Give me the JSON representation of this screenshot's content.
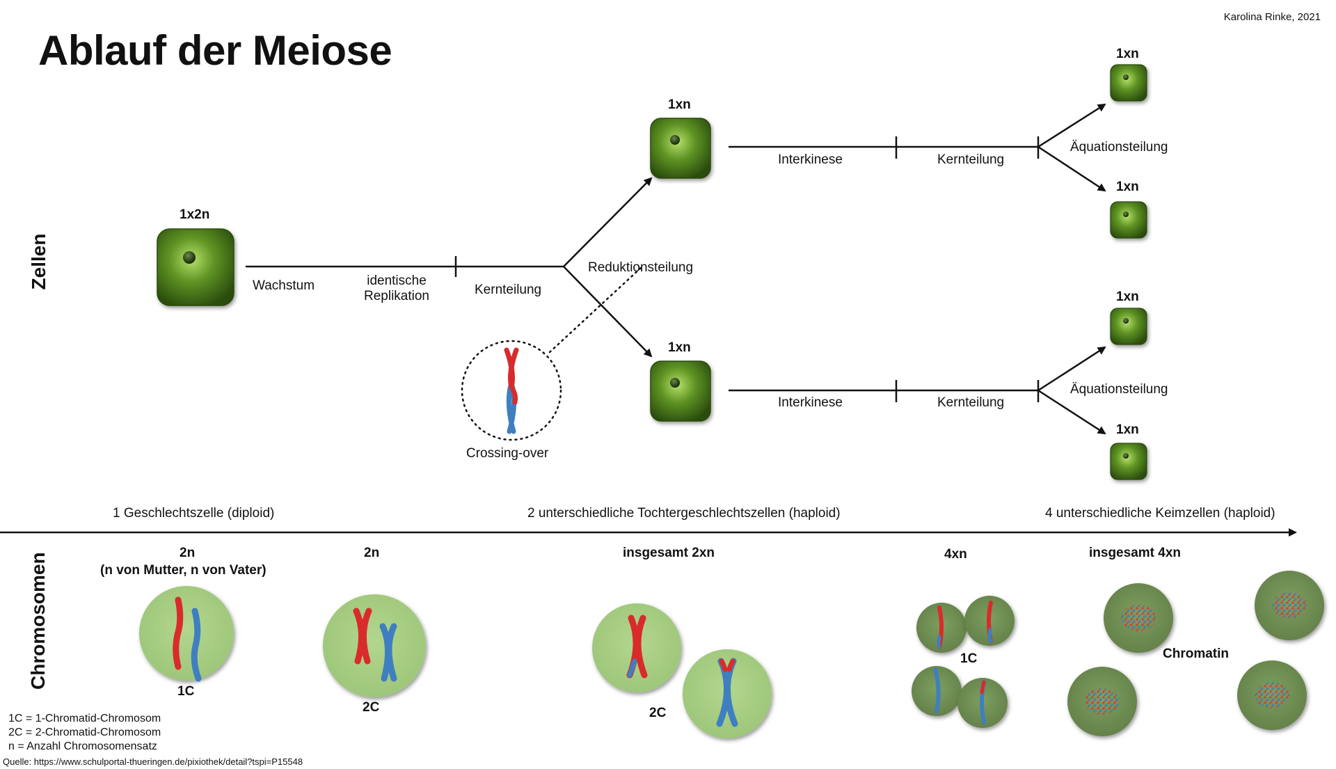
{
  "title": "Ablauf der Meiose",
  "author": "Karolina Rinke, 2021",
  "section_labels": {
    "cells": "Zellen",
    "chromosomes": "Chromosomen"
  },
  "cells": {
    "initial": "1x2n",
    "daughter_top": "1xn",
    "daughter_bottom": "1xn",
    "gamete_1": "1xn",
    "gamete_2": "1xn",
    "gamete_3": "1xn",
    "gamete_4": "1xn"
  },
  "phases": {
    "growth": "Wachstum",
    "replication_line1": "identische",
    "replication_line2": "Replikation",
    "nuclear_division": "Kernteilung",
    "reduction_division": "Reduktionsteilung",
    "crossing_over": "Crossing-over",
    "interkinese_top": "Interkinese",
    "kernteilung_top": "Kernteilung",
    "aequation_top": "Äquationsteilung",
    "interkinese_bottom": "Interkinese",
    "kernteilung_bottom": "Kernteilung",
    "aequation_bottom": "Äquationsteilung"
  },
  "timeline": {
    "stage_1": "1 Geschlechtszelle (diploid)",
    "stage_2": "2 unterschiedliche Tochtergeschlechtszellen (haploid)",
    "stage_3": "4 unterschiedliche Keimzellen (haploid)"
  },
  "chromosomes": {
    "group1_count": "2n",
    "group1_sub": "(n von Mutter, n von Vater)",
    "group1_type": "1C",
    "group2_count": "2n",
    "group2_type": "2C",
    "group3_count": "insgesamt 2xn",
    "group3_type": "2C",
    "group4_count": "4xn",
    "group4_type": "1C",
    "group5_count": "insgesamt 4xn",
    "group5_label": "Chromatin"
  },
  "legend": {
    "line1": "1C = 1-Chromatid-Chromosom",
    "line2": "2C = 2-Chromatid-Chromosom",
    "line3": "n = Anzahl Chromosomensatz"
  },
  "source": "Quelle: https://www.schulportal-thueringen.de/pixiothek/detail?tspi=P15548",
  "colors": {
    "cell_green": "#4a7a1c",
    "maternal_red": "#d92b2b",
    "paternal_blue": "#3f7fc0",
    "nucleus_light": "#a9cf7e",
    "nucleus_dark": "#6f9453"
  }
}
